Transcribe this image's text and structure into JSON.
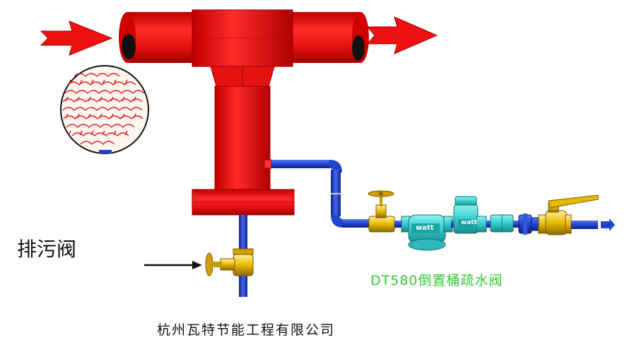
{
  "labels": {
    "drain_valve": "排污阀",
    "steam_trap": "DT580倒置桶疏水阀",
    "company": "杭州瓦特节能工程有限公司",
    "brand_a": "watt",
    "brand_b": "watt"
  },
  "colors": {
    "pipe_red": "#ee1111",
    "pipe_dark_red": "#b00000",
    "pipe_blue": "#2244cc",
    "brass": "#e8b800",
    "trap_teal": "#33cccc",
    "label_green": "#33cc33"
  },
  "icons": [
    "flow-arrow-in-icon",
    "flow-arrow-out-icon",
    "separator-mesh-icon",
    "pointer-arrow-icon",
    "outlet-arrow-icon"
  ]
}
